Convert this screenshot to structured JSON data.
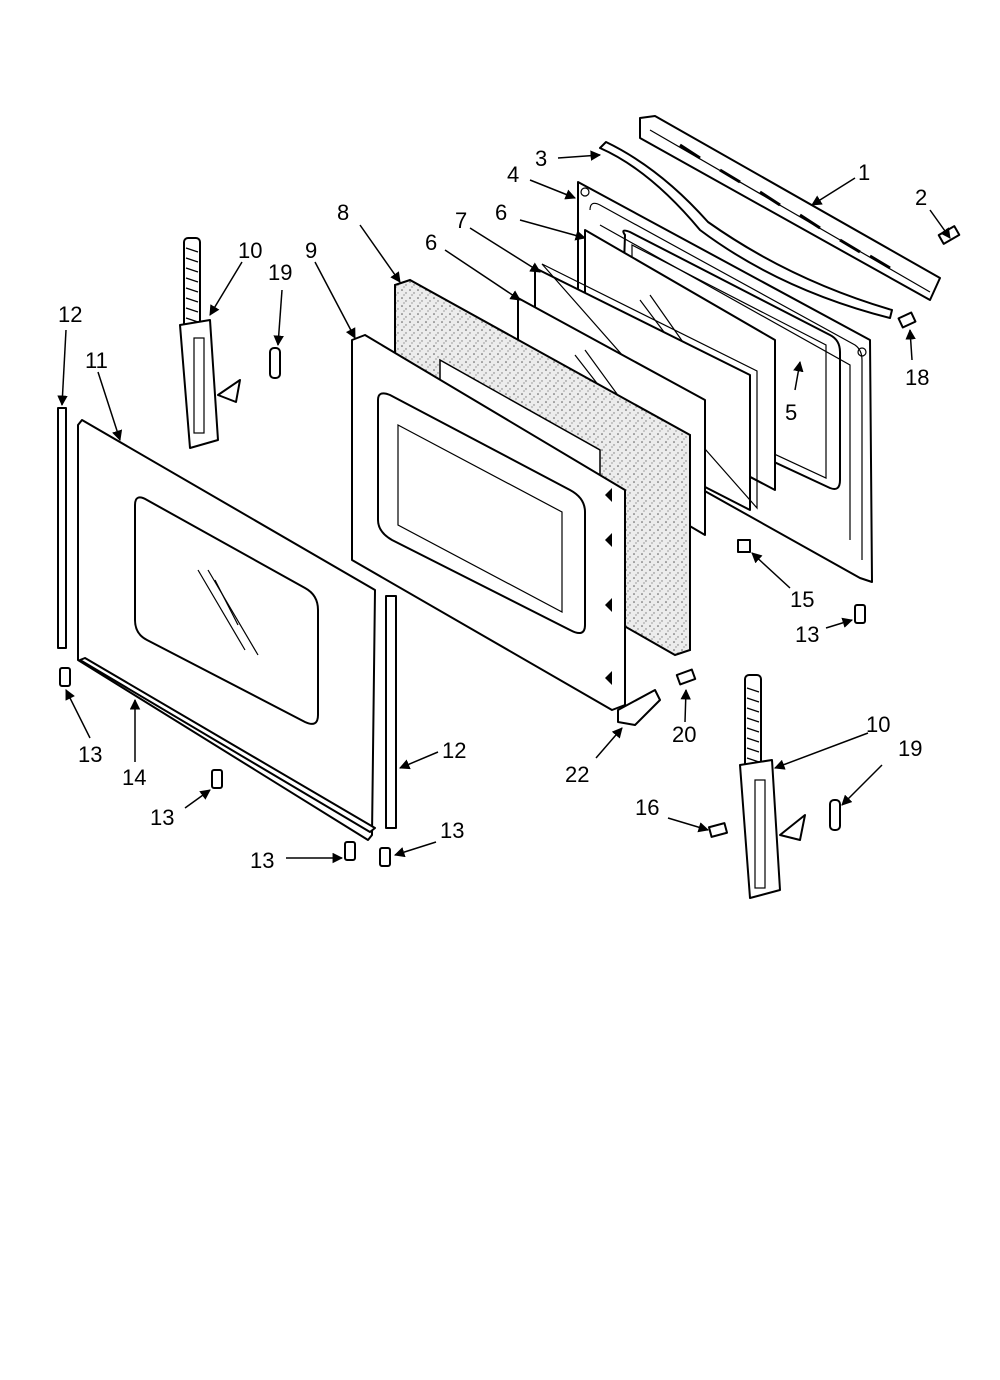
{
  "diagram": {
    "callouts": {
      "c1": "1",
      "c2": "2",
      "c3": "3",
      "c4": "4",
      "c5": "5",
      "c6a": "6",
      "c6b": "6",
      "c7": "7",
      "c8": "8",
      "c9": "9",
      "c10a": "10",
      "c10b": "10",
      "c11": "11",
      "c12a": "12",
      "c12b": "12",
      "c13a": "13",
      "c13b": "13",
      "c13c": "13",
      "c13d": "13",
      "c13e": "13",
      "c14": "14",
      "c15": "15",
      "c16": "16",
      "c18": "18",
      "c19a": "19",
      "c19b": "19",
      "c20": "20",
      "c22": "22"
    }
  }
}
